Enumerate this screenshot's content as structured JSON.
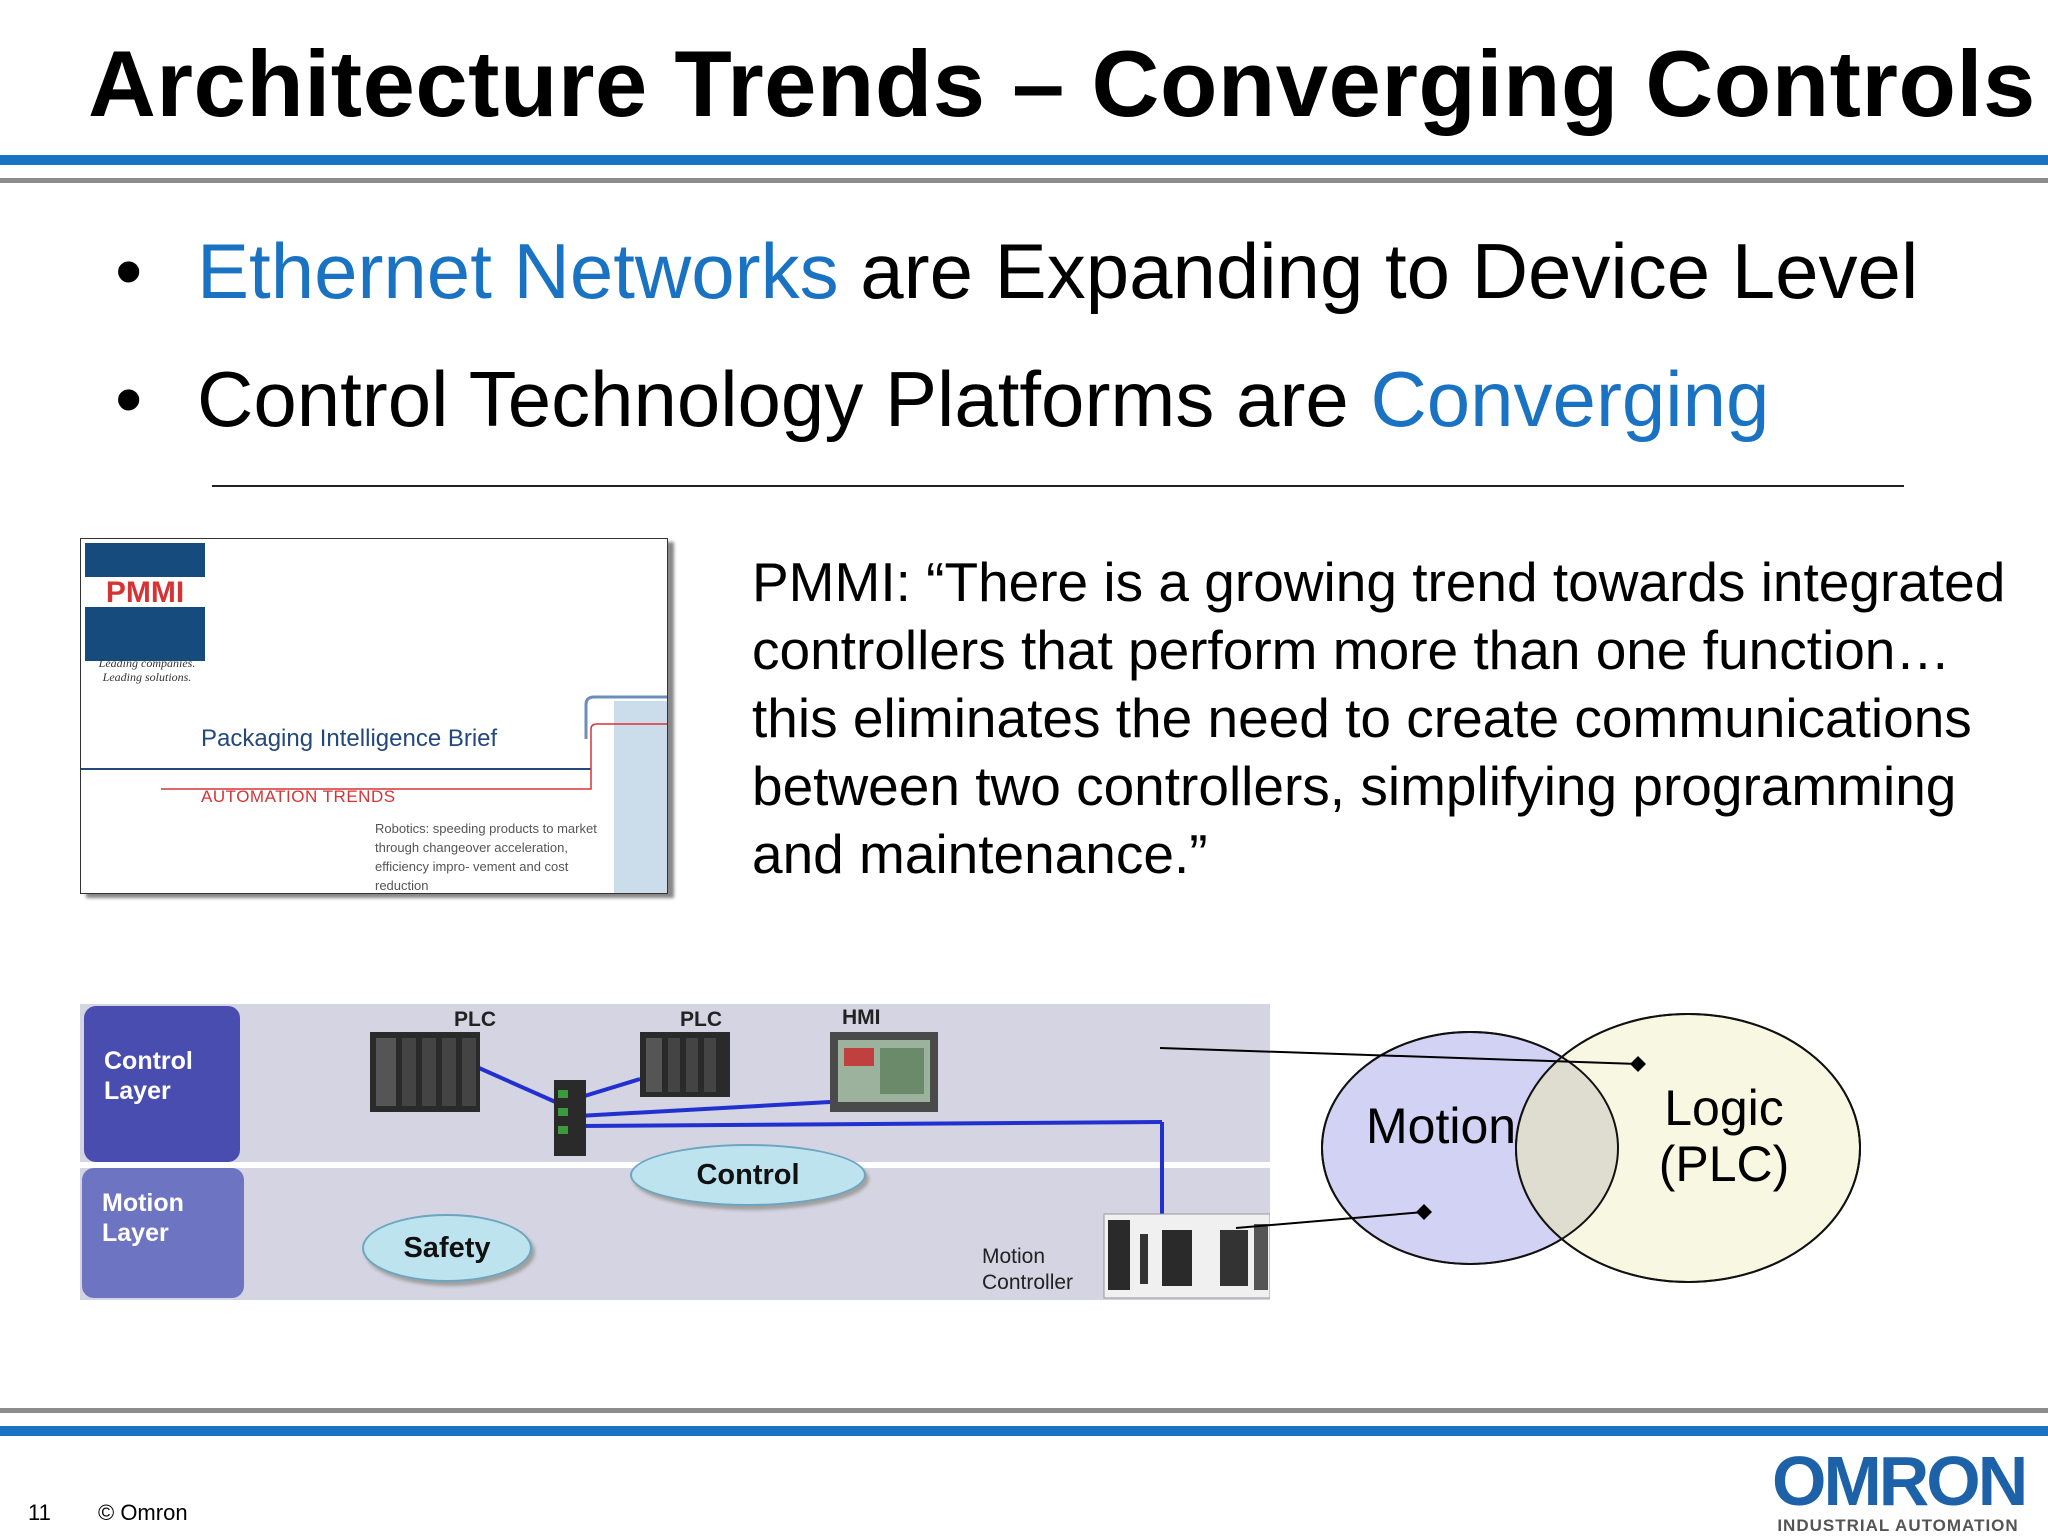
{
  "title": "Architecture Trends – Converging Controls",
  "bullets": [
    {
      "highlight": "Ethernet Networks",
      "rest": " are Expanding to Device Level"
    },
    {
      "text": "Control Technology Platforms are ",
      "highlight": "Converging"
    }
  ],
  "bullet_symbol": "•",
  "thumbnail": {
    "logo_text": "PMMI",
    "tagline_1": "Leading companies.",
    "tagline_2": "Leading solutions.",
    "brief_title": "Packaging Intelligence Brief",
    "section": "AUTOMATION TRENDS",
    "blurb": "Robotics: speeding products to market through changeover acceleration, efficiency impro- vement and cost reduction"
  },
  "quote": "PMMI:  “There is a growing trend towards integrated controllers that perform more than one function… this eliminates the need to create communications between two controllers, simplifying programming and maintenance.”",
  "network": {
    "control_layer": [
      "Control",
      "Layer"
    ],
    "motion_layer": [
      "Motion",
      "Layer"
    ],
    "device_plc_1": "PLC",
    "device_plc_2": "PLC",
    "device_hmi": "HMI",
    "control_label": "Control",
    "safety_label": "Safety",
    "motion_controller": [
      "Motion",
      "Controller"
    ]
  },
  "venn": {
    "motion": "Motion",
    "logic_1": "Logic",
    "logic_2": "(PLC)",
    "motion_color": "#d2d2f4",
    "logic_color": "#f8f8e2"
  },
  "footer": {
    "page_number": "11",
    "copyright": "© Omron",
    "logo_word": "OMRON",
    "logo_sub": "INDUSTRIAL AUTOMATION"
  },
  "colors": {
    "accent_blue": "#1a73c2",
    "rule_gray": "#8c8c8c"
  }
}
